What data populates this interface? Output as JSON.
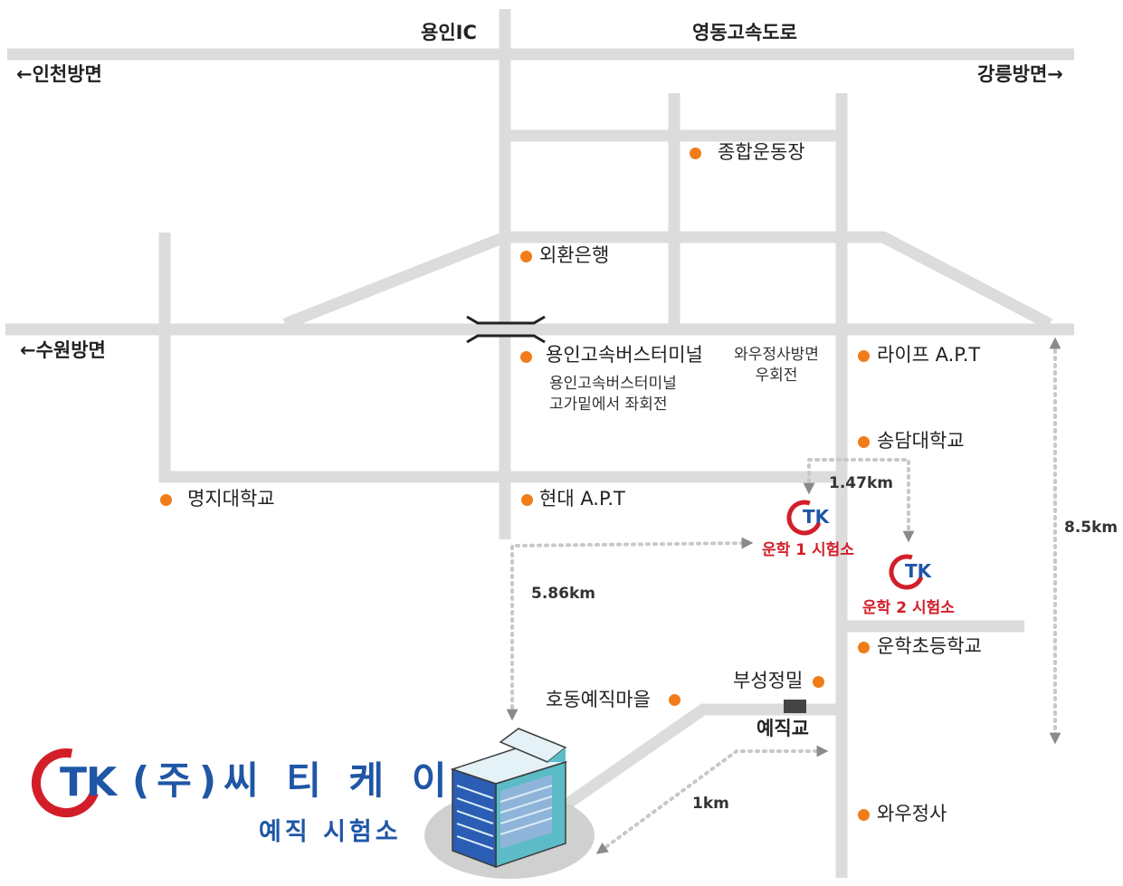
{
  "road_labels": {
    "yongin_ic": "용인IC",
    "yeongdong_expressway": "영동고속도로",
    "to_incheon": "←인천방면",
    "to_gangneung": "강릉방면→",
    "to_suwon": "←수원방면"
  },
  "landmarks": {
    "sports_complex": "종합운동장",
    "kexim_bank": "외환은행",
    "bus_terminal": "용인고속버스터미널",
    "terminal_note": [
      "용인고속버스터미널",
      "고가밑에서 좌회전"
    ],
    "wausa_direction": [
      "와우정사방면",
      "우회전"
    ],
    "life_apt": "라이프 A.P.T",
    "songdam_college": "송담대학교",
    "myongji_univ": "명지대학교",
    "hyundai_apt": "현대 A.P.T",
    "unhak_elementary": "운학초등학교",
    "buseong_jeongmil": "부성정밀",
    "hodong_village": "호동예직마을",
    "yejik_bridge": "예직교",
    "wausa": "와우정사"
  },
  "sites": {
    "lab1": "운학 1 시험소",
    "lab2": "운학 2 시험소"
  },
  "distances": {
    "d1": "1.47km",
    "d2": "5.86km",
    "d3": "8.5km",
    "d4": "1km"
  },
  "logo": {
    "mark_text": "TK",
    "company": "(주)씨 티 케 이",
    "facility": "예직 시험소"
  },
  "colors": {
    "road": "#dcdcdc",
    "marker": "#f07d19",
    "brand_blue": "#1f56a6",
    "brand_red": "#d31e2a",
    "dotted_route": "#c8c8c8"
  }
}
